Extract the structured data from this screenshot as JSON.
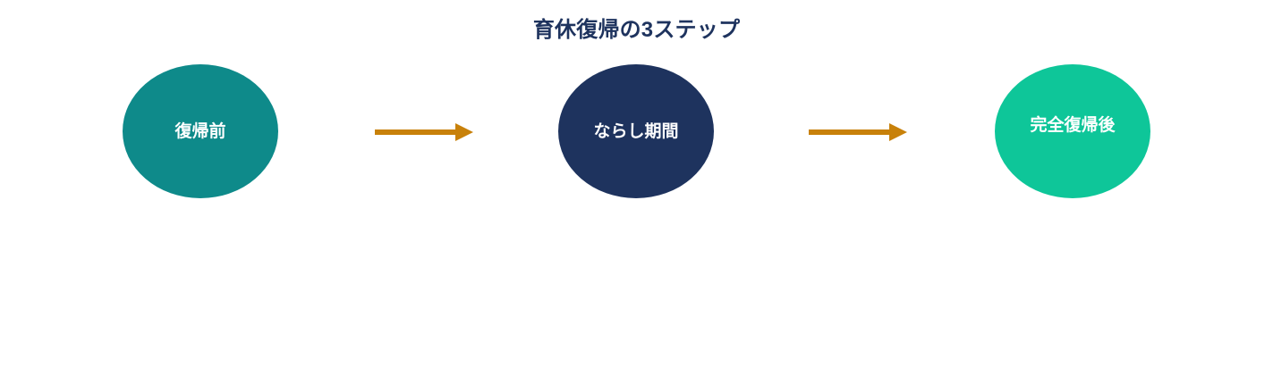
{
  "diagram": {
    "title": "育休復帰の3ステップ",
    "title_color": "#1e335e",
    "background_color": "#ffffff",
    "type": "linear-flow",
    "steps": [
      {
        "label": "復帰前",
        "color": "#0e8a8a",
        "text_color": "#ffffff",
        "order": 1
      },
      {
        "label": "ならし期間",
        "color": "#1e335e",
        "text_color": "#ffffff",
        "order": 2
      },
      {
        "label": "完全復帰後",
        "color": "#0ec699",
        "text_color": "#ffffff",
        "order": 3
      }
    ],
    "connectors": [
      {
        "from": "復帰前",
        "to": "ならし期間",
        "color": "#c8810a",
        "style": "arrow-right"
      },
      {
        "from": "ならし期間",
        "to": "完全復帰後",
        "color": "#c8810a",
        "style": "arrow-right"
      }
    ]
  }
}
